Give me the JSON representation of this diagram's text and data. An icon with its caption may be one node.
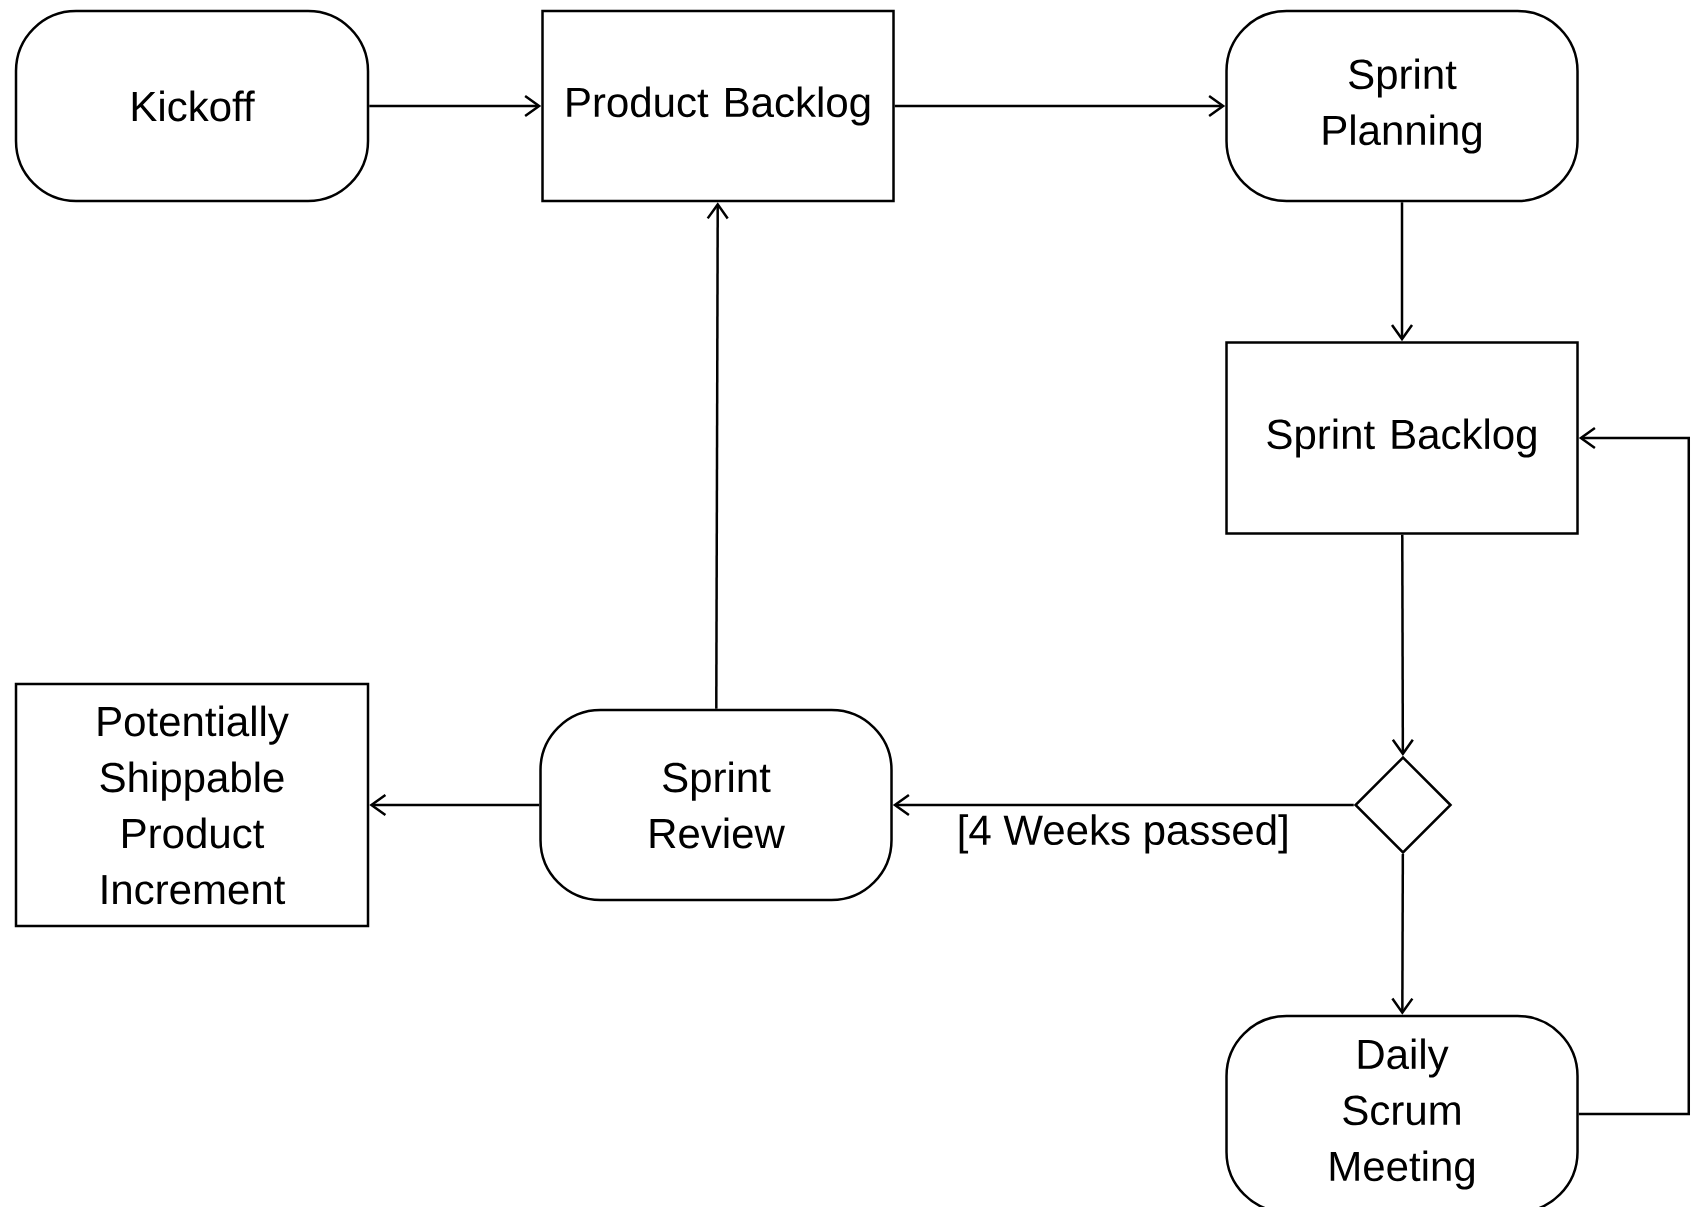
{
  "diagram": {
    "nodes": [
      {
        "text": [
          "Kickoff"
        ]
      },
      {
        "text": [
          "Product Backlog"
        ]
      },
      {
        "text": [
          "Sprint Planning"
        ]
      },
      {
        "text": [
          "Sprint Backlog"
        ]
      },
      {
        "text": [
          "Potentially Shippable Product Increment"
        ]
      },
      {
        "text": [
          "Sprint Review"
        ]
      },
      {
        "text": [],
        "shape": "diamond"
      },
      {
        "text": [
          "Daily Scrum Meeting"
        ]
      }
    ],
    "edges": [
      {
        "from": 0,
        "to": 1,
        "arrow": "to"
      },
      {
        "from": 1,
        "to": 2,
        "arrow": "to"
      },
      {
        "from": 2,
        "to": 3,
        "arrow": "to"
      },
      {
        "from": 3,
        "to": 6,
        "arrow": "to"
      },
      {
        "from": 6,
        "to": 5,
        "arrow": "to",
        "label": "[4 Weeks passed]"
      },
      {
        "from": 6,
        "to": 7,
        "arrow": "to"
      },
      {
        "from": 5,
        "to": 4,
        "arrow": "to"
      },
      {
        "from": 5,
        "to": 1,
        "arrow": "to"
      },
      {
        "from": 7,
        "to": 3,
        "arrow": "to"
      }
    ]
  }
}
